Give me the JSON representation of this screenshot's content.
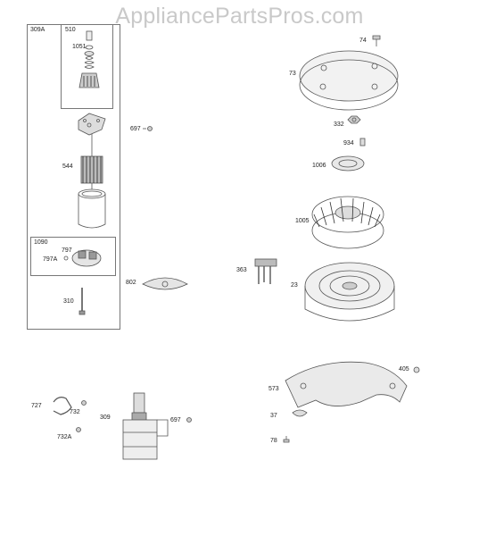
{
  "watermark": "AppliancePartsPros.com",
  "labels": {
    "p309A": "309A",
    "p510": "510",
    "p1051": "1051",
    "p544": "544",
    "p1090": "1090",
    "p797": "797",
    "p797A": "797A",
    "p310": "310",
    "p697a": "697",
    "p802": "802",
    "p74": "74",
    "p73": "73",
    "p332": "332",
    "p934": "934",
    "p1006": "1006",
    "p1005": "1005",
    "p363": "363",
    "p23": "23",
    "p405": "405",
    "p573": "573",
    "p37": "37",
    "p78": "78",
    "p727": "727",
    "p732": "732",
    "p732A": "732A",
    "p309": "309",
    "p697b": "697"
  }
}
